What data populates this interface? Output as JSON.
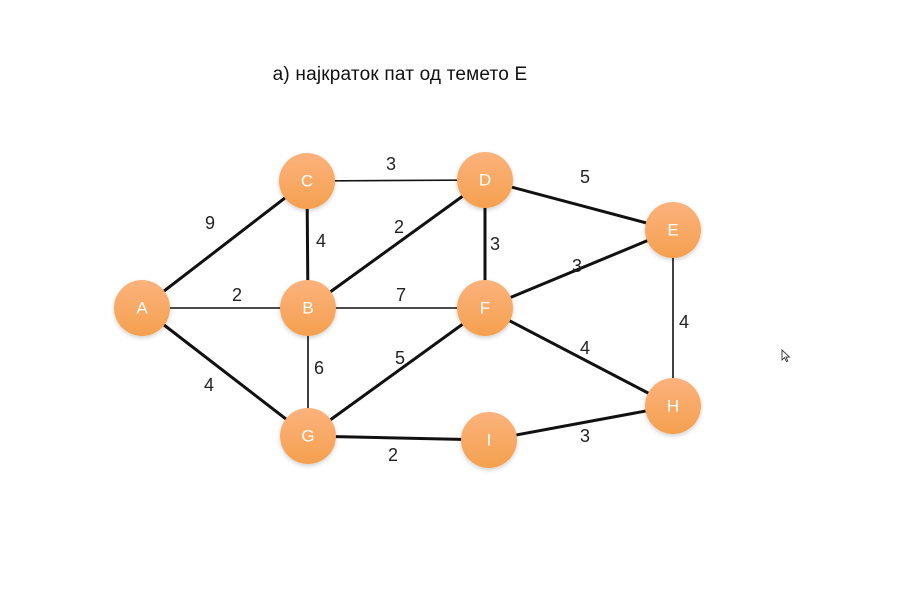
{
  "title": "а) најкраток пат од темето Е",
  "node_color_top": "#fbb27c",
  "node_color_bottom": "#f5a04f",
  "nodes": [
    {
      "id": "C",
      "label": "C"
    },
    {
      "id": "D",
      "label": "D"
    },
    {
      "id": "E",
      "label": "E"
    },
    {
      "id": "A",
      "label": "A"
    },
    {
      "id": "B",
      "label": "B"
    },
    {
      "id": "F",
      "label": "F"
    },
    {
      "id": "G",
      "label": "G"
    },
    {
      "id": "I",
      "label": "I"
    },
    {
      "id": "H",
      "label": "H"
    }
  ],
  "edges": [
    {
      "from": "A",
      "to": "C",
      "weight": "9"
    },
    {
      "from": "C",
      "to": "D",
      "weight": "3"
    },
    {
      "from": "D",
      "to": "E",
      "weight": "5"
    },
    {
      "from": "C",
      "to": "B",
      "weight": "4"
    },
    {
      "from": "B",
      "to": "D",
      "weight": "2"
    },
    {
      "from": "D",
      "to": "F",
      "weight": "3"
    },
    {
      "from": "F",
      "to": "E",
      "weight": "3"
    },
    {
      "from": "A",
      "to": "B",
      "weight": "2"
    },
    {
      "from": "B",
      "to": "F",
      "weight": "7"
    },
    {
      "from": "E",
      "to": "H",
      "weight": "4"
    },
    {
      "from": "B",
      "to": "G",
      "weight": "6"
    },
    {
      "from": "G",
      "to": "F",
      "weight": "5"
    },
    {
      "from": "F",
      "to": "H",
      "weight": "4"
    },
    {
      "from": "A",
      "to": "G",
      "weight": "4"
    },
    {
      "from": "G",
      "to": "I",
      "weight": "2"
    },
    {
      "from": "I",
      "to": "H",
      "weight": "3"
    }
  ]
}
